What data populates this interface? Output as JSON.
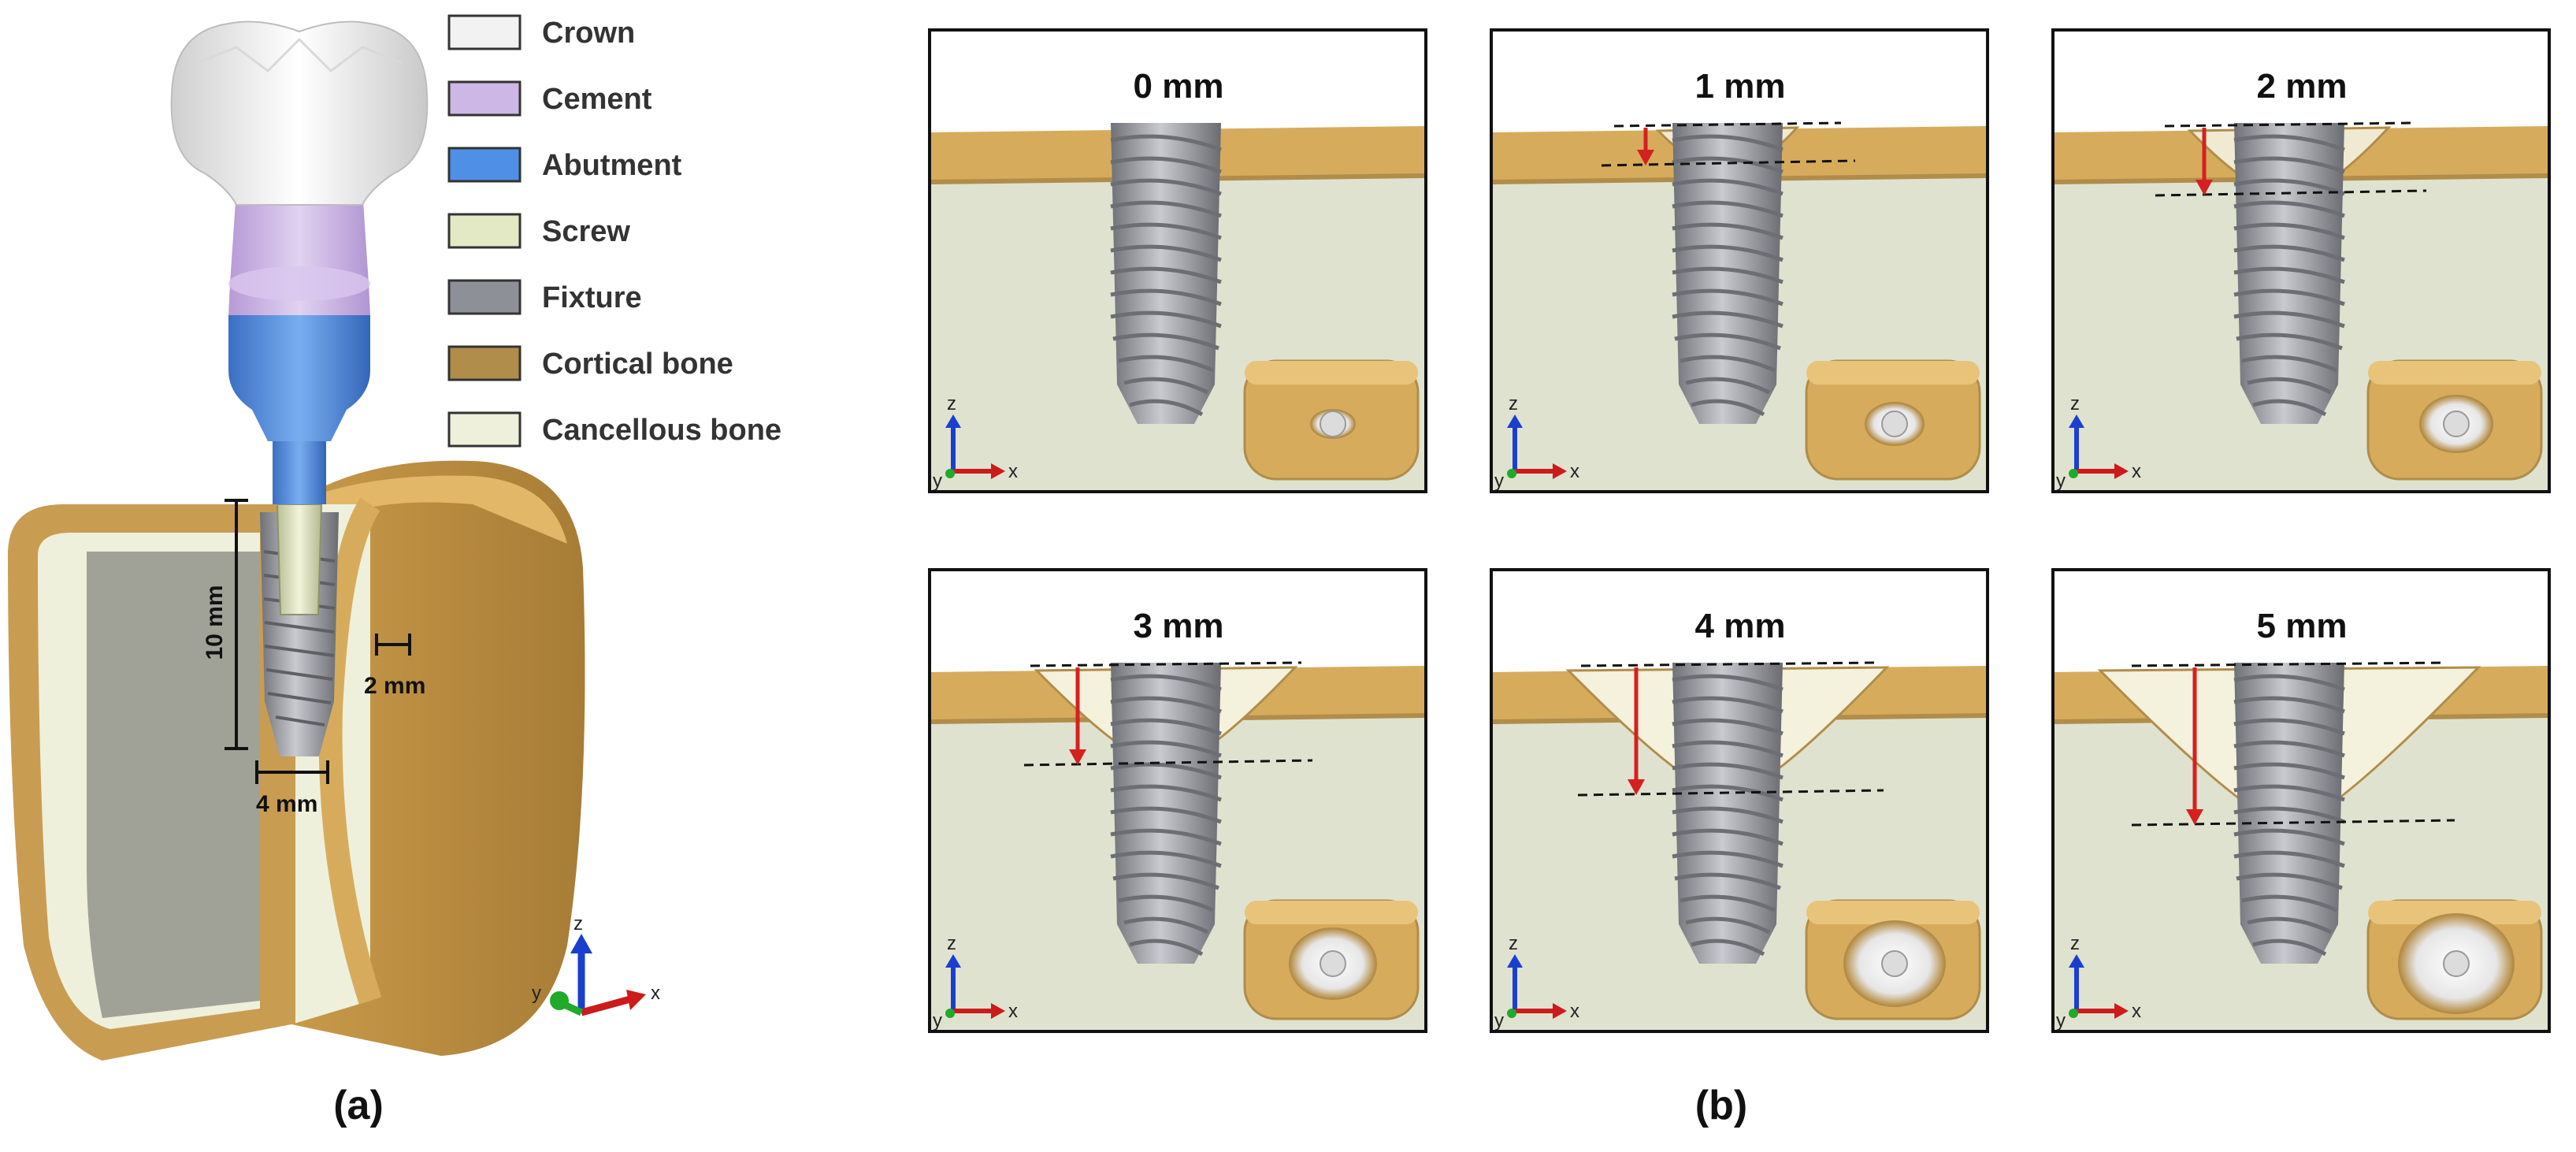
{
  "legend": [
    {
      "label": "Crown",
      "color": "#f2f2f2"
    },
    {
      "label": "Cement",
      "color": "#cdb7e6"
    },
    {
      "label": "Abutment",
      "color": "#4f8fe6"
    },
    {
      "label": "Screw",
      "color": "#e3e9c4"
    },
    {
      "label": "Fixture",
      "color": "#8e9098"
    },
    {
      "label": "Cortical bone",
      "color": "#b08d4a"
    },
    {
      "label": "Cancellous bone",
      "color": "#eef0dc"
    }
  ],
  "dimensions": {
    "length": "10 mm",
    "cortical": "2 mm",
    "diameter": "4 mm"
  },
  "axes": {
    "z": "z",
    "y": "y",
    "x": "x"
  },
  "panels": [
    {
      "label": "0 mm",
      "depth": 0
    },
    {
      "label": "1 mm",
      "depth": 1
    },
    {
      "label": "2 mm",
      "depth": 2
    },
    {
      "label": "3 mm",
      "depth": 3
    },
    {
      "label": "4 mm",
      "depth": 4
    },
    {
      "label": "5 mm",
      "depth": 5
    }
  ],
  "captions": {
    "a": "(a)",
    "b": "(b)"
  },
  "colors": {
    "cortical": "#d6ac5c",
    "cortical_dark": "#b08d4a",
    "cancellous": "#dfe2cf",
    "fixture": "#9a9ca3",
    "abutment": "#4f8fe6",
    "cement": "#cdb7e6",
    "crown": "#f0f0f0",
    "screw": "#e3e9c4",
    "arrow": "#d62020",
    "axis_z": "#1a3fcf",
    "axis_x": "#cc1b1b",
    "axis_y": "#1faa2a"
  }
}
